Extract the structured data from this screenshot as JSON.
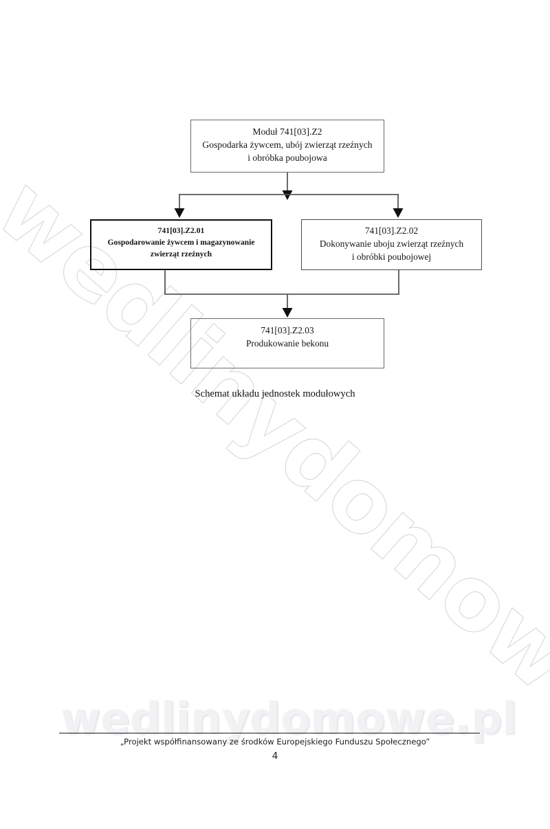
{
  "document": {
    "title": "Schemat układu jednostek modułowych"
  },
  "diagram": {
    "caption": "Schemat układu jednostek modułowych",
    "nodes": [
      {
        "id": "module",
        "code": "Moduł 741[03].Z2",
        "line2": "Gospodarka żywcem, ubój zwierząt rzeźnych",
        "line3": "i obróbka poubojowa",
        "emphasis": "normal"
      },
      {
        "id": "unit-01",
        "code": "741[03].Z2.01",
        "line2": "Gospodarowanie żywcem i magazynowanie",
        "line3": "zwierząt rzeźnych",
        "emphasis": "bold"
      },
      {
        "id": "unit-02",
        "code": "741[03].Z2.02",
        "line2": "Dokonywanie uboju zwierząt rzeźnych",
        "line3": "i obróbki poubojowej",
        "emphasis": "normal"
      },
      {
        "id": "unit-03",
        "code": "741[03].Z2.03",
        "line2": "Produkowanie bekonu",
        "line3": "",
        "emphasis": "normal"
      }
    ]
  },
  "watermark": {
    "diagonal_text": "wedlinydomowe.pl",
    "bottom_text": "wedlinydomowe.pl",
    "color": "#e6e6ea"
  },
  "footer": {
    "note": "„Projekt współfinansowany ze środków Europejskiego Funduszu Społecznego”",
    "page_number": "4"
  }
}
